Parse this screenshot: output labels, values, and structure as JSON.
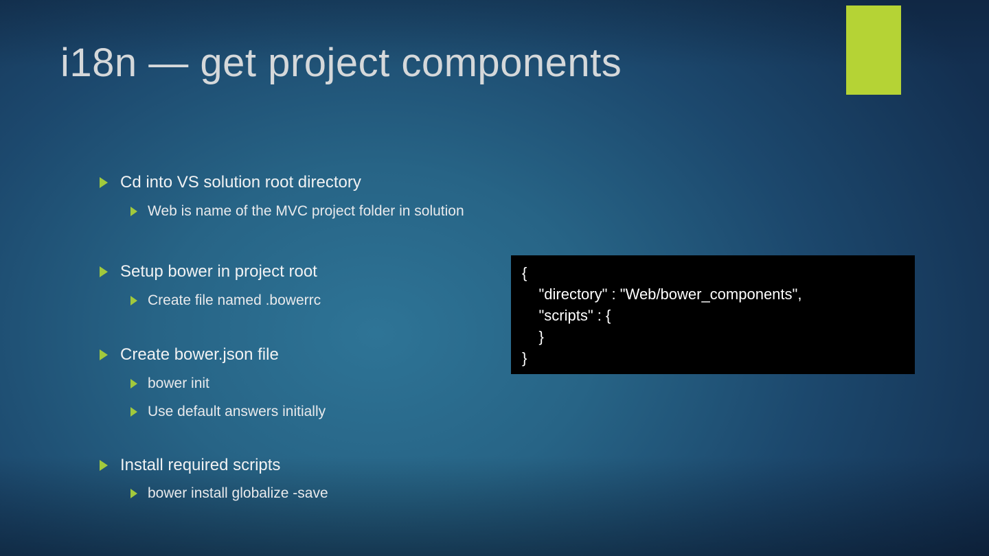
{
  "slide": {
    "title": "i18n — get project components",
    "accent_color": "#b5d335",
    "bullets": [
      {
        "level": 1,
        "text": "Cd into VS solution root directory"
      },
      {
        "level": 2,
        "text": "Web is name of the MVC project folder in solution"
      },
      {
        "level": 1,
        "text": "Setup bower in project root"
      },
      {
        "level": 2,
        "text": "Create file named .bowerrc"
      },
      {
        "level": 1,
        "text": "Create bower.json file"
      },
      {
        "level": 2,
        "text": "bower init"
      },
      {
        "level": 2,
        "text": "Use default answers initially"
      },
      {
        "level": 1,
        "text": "Install required scripts"
      },
      {
        "level": 2,
        "text": "bower install globalize -save"
      }
    ],
    "code_box": {
      "lines": [
        "{",
        "    \"directory\" : \"Web/bower_components\",",
        "    \"scripts\" : {",
        "    }",
        "}"
      ]
    }
  }
}
